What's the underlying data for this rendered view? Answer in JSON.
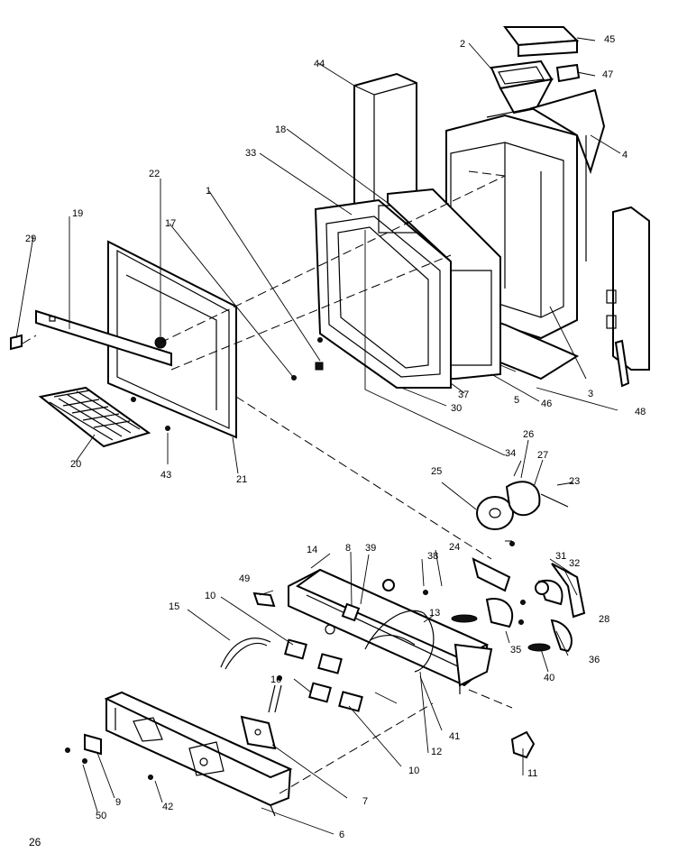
{
  "page_number": "26",
  "callouts": {
    "p1": "1",
    "p2": "2",
    "p3": "3",
    "p4": "4",
    "p5": "5",
    "p6": "6",
    "p7": "7",
    "p8": "8",
    "p9": "9",
    "p10a": "10",
    "p10b": "10",
    "p11": "11",
    "p12": "12",
    "p13": "13",
    "p14": "14",
    "p15": "15",
    "p16": "16",
    "p17": "17",
    "p18": "18",
    "p19": "19",
    "p20": "20",
    "p21": "21",
    "p22": "22",
    "p23": "23",
    "p24": "24",
    "p25": "25",
    "p26": "26",
    "p27": "27",
    "p28": "28",
    "p29": "29",
    "p30": "30",
    "p31": "31",
    "p32": "32",
    "p33": "33",
    "p34": "34",
    "p35": "35",
    "p36": "36",
    "p37": "37",
    "p38": "38",
    "p39": "39",
    "p40": "40",
    "p41": "41",
    "p42": "42",
    "p43": "43",
    "p44": "44",
    "p45": "45",
    "p46": "46",
    "p47": "47",
    "p48": "48",
    "p49": "49",
    "p50": "50"
  }
}
